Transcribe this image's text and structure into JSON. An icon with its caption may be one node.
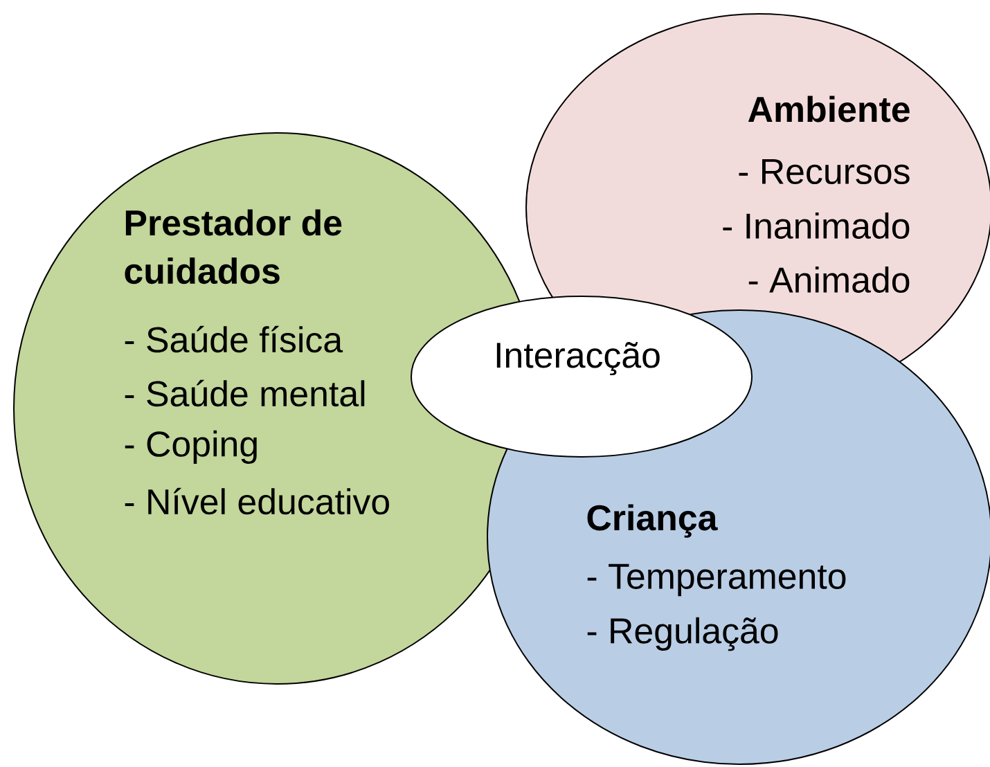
{
  "diagram": {
    "nodes": [
      {
        "text": [
          "Prestador de cuidados",
          "- Saúde física",
          "- Saúde mental",
          "- Coping",
          "- Nível educativo"
        ]
      },
      {
        "text": [
          "Ambiente",
          "- Recursos",
          "- Inanimado",
          "- Animado"
        ]
      },
      {
        "text": [
          "Criança",
          "- Temperamento",
          "- Regulação"
        ]
      },
      {
        "text": [
          "Interacção"
        ]
      }
    ]
  }
}
